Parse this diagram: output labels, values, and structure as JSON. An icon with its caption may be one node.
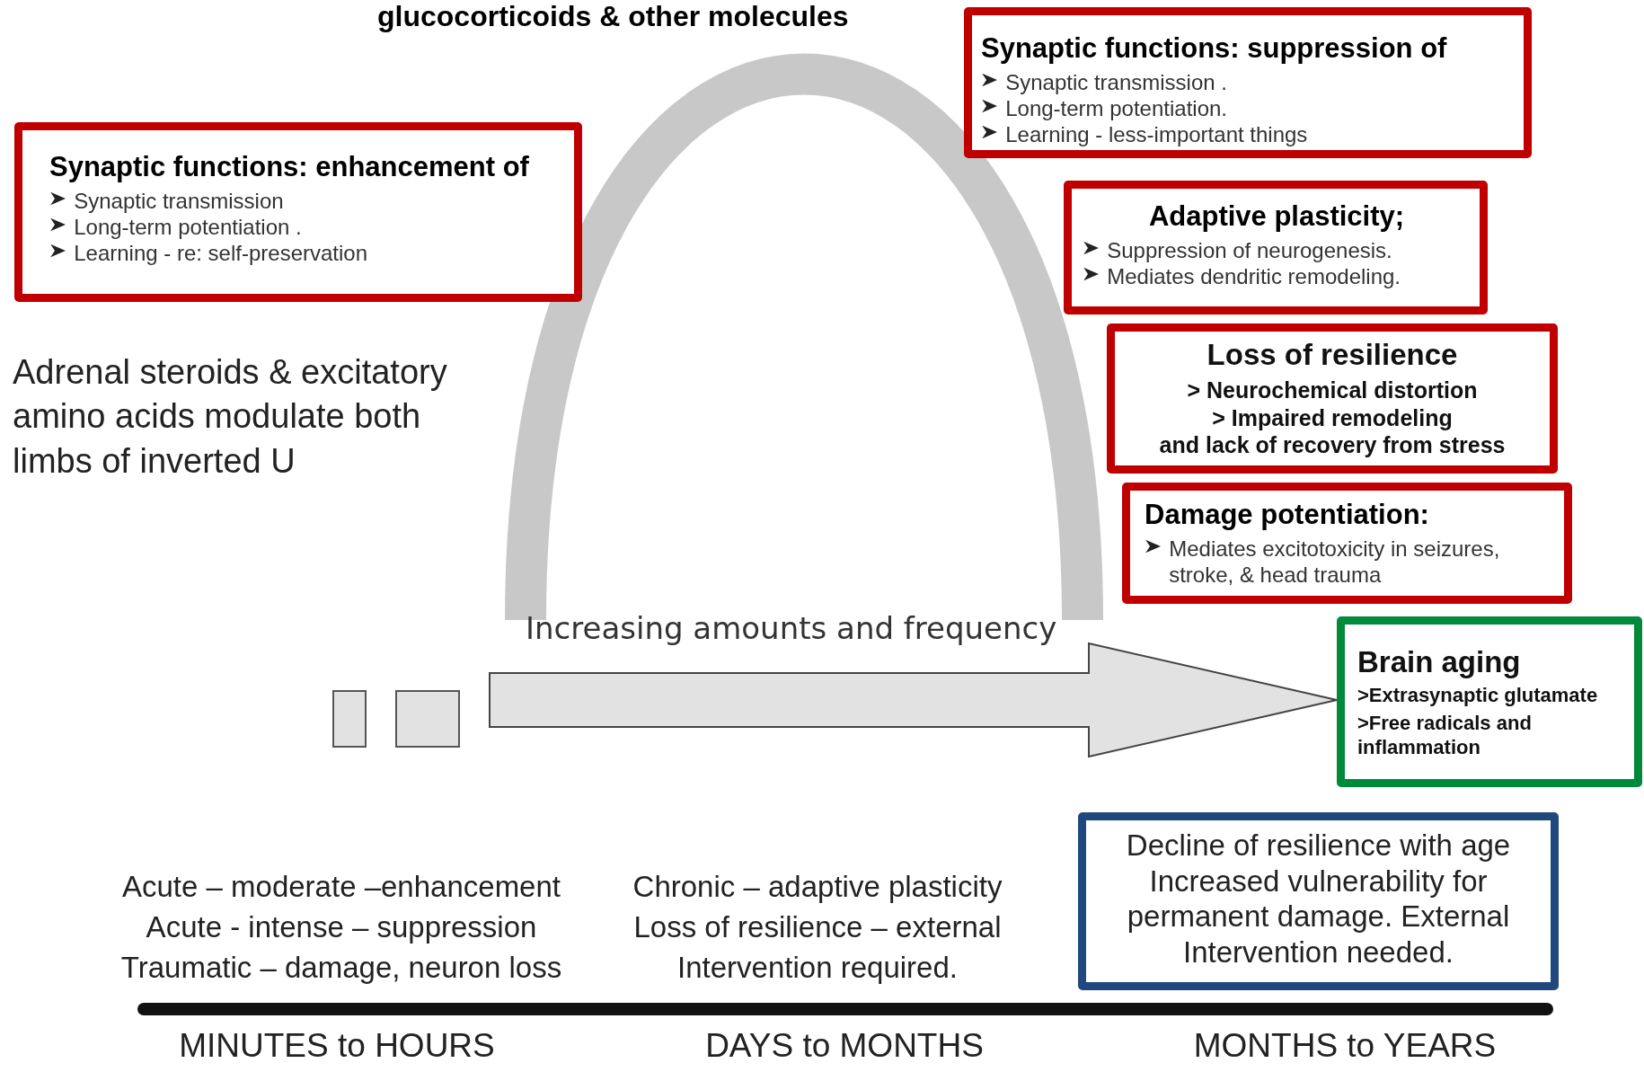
{
  "diagram": {
    "title": "glucocorticoids & other molecules",
    "nodes": [
      {
        "text": [
          "Synaptic functions: enhancement of",
          "Synaptic transmission",
          "Long-term potentiation .",
          "Learning - re: self-preservation"
        ]
      },
      {
        "text": [
          "Synaptic functions: suppression of",
          "Synaptic transmission .",
          "Long-term potentiation.",
          "Learning - less-important things"
        ]
      },
      {
        "text": [
          "Adaptive plasticity;",
          "Suppression of neurogenesis.",
          "Mediates dendritic remodeling."
        ]
      },
      {
        "text": [
          "Loss of resilience",
          "> Neurochemical distortion",
          "> Impaired remodeling",
          "and lack of recovery from stress"
        ]
      },
      {
        "text": [
          "Damage potentiation:",
          "Mediates excitotoxicity in seizures, stroke, & head trauma"
        ]
      },
      {
        "text": [
          "Brain aging",
          ">Extrasynaptic glutamate",
          ">Free radicals and inflammation"
        ]
      },
      {
        "text": [
          "Decline of resilience with age",
          "Increased vulnerability for permanent damage. External Intervention needed."
        ]
      },
      {
        "text": [],
        "shape": "box"
      },
      {
        "text": [],
        "shape": "box"
      }
    ],
    "edges": [
      {
        "from": null,
        "to": 5,
        "arrow": "to",
        "label": "Increasing amounts and frequency"
      }
    ],
    "labels": [
      "Adrenal steroids & excitatory amino acids modulate both limbs of inverted U",
      "Acute – moderate –enhancement",
      "Acute - intense – suppression",
      "Traumatic – damage, neuron loss",
      "Chronic – adaptive plasticity",
      "Loss of resilience – external",
      "Intervention required.",
      "MINUTES to HOURS",
      "DAYS to MONTHS",
      "MONTHS to YEARS"
    ]
  }
}
